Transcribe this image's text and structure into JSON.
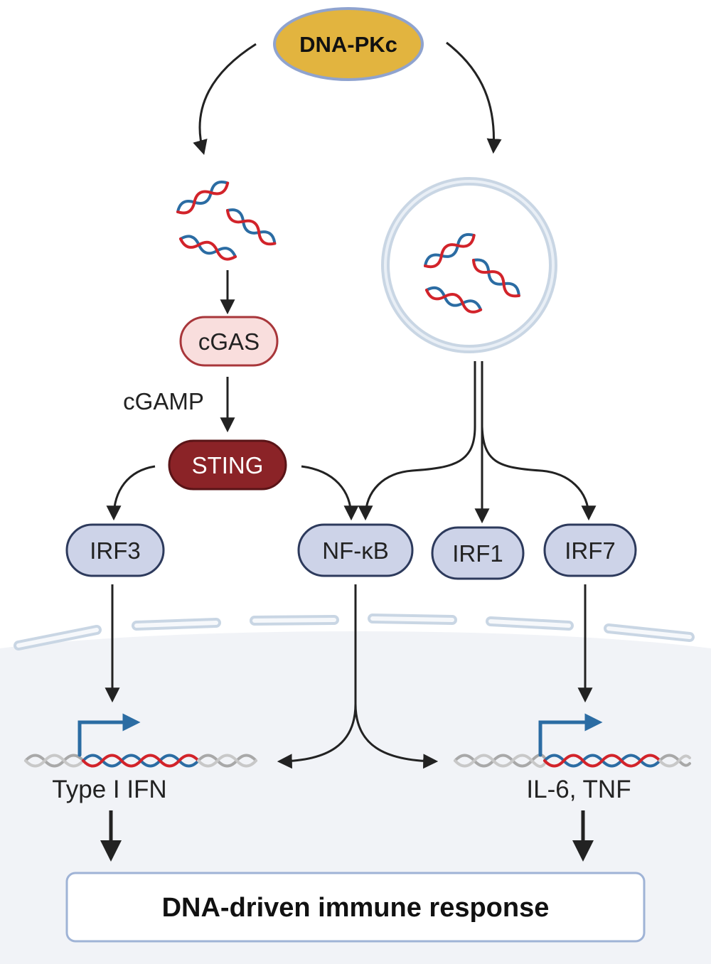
{
  "nodes": {
    "dna_pkc": "DNA-PKc",
    "cgas": "cGAS",
    "cgamp": "cGAMP",
    "sting": "STING",
    "irf3": "IRF3",
    "nfkb": "NF-κB",
    "irf1": "IRF1",
    "irf7": "IRF7"
  },
  "genes": {
    "left": "Type I IFN",
    "right": "IL-6, TNF"
  },
  "outcome": "DNA-driven immune response",
  "colors": {
    "dna_pkc_fill": "#E2B43F",
    "dna_pkc_stroke": "#8FA3CF",
    "cgas_fill": "#F9DEDD",
    "cgas_stroke": "#A8363A",
    "sting_fill": "#8B2327",
    "sting_stroke": "#5A1417",
    "tf_fill": "#CDD3E8",
    "tf_stroke": "#2D3A5C",
    "dna_red": "#D2232A",
    "dna_blue": "#2B6CA3",
    "nucleus_fill": "#F1F3F7",
    "membrane": "#C9D6E4",
    "outcome_stroke": "#9FB3D6",
    "arrow": "#222222",
    "promoter_arrow": "#2B6CA3"
  }
}
